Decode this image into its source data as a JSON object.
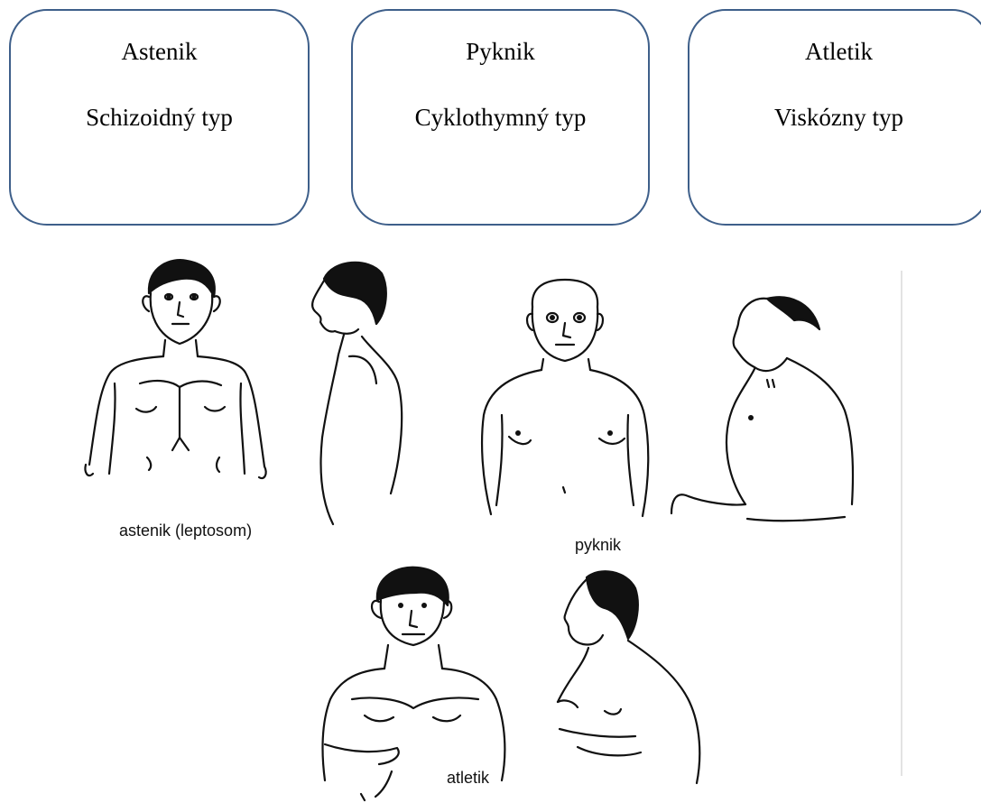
{
  "boxes": [
    {
      "title": "Astenik",
      "subtitle": "Schizoidný typ"
    },
    {
      "title": "Pyknik",
      "subtitle": "Cyklothymný typ"
    },
    {
      "title": "Atletik",
      "subtitle": "Viskózny typ"
    }
  ],
  "captions": {
    "astenik": "astenik (leptosom)",
    "pyknik": "pyknik",
    "atletik": "atletik"
  },
  "colors": {
    "box_border": "#3e5f8a",
    "line_art": "#111111"
  }
}
